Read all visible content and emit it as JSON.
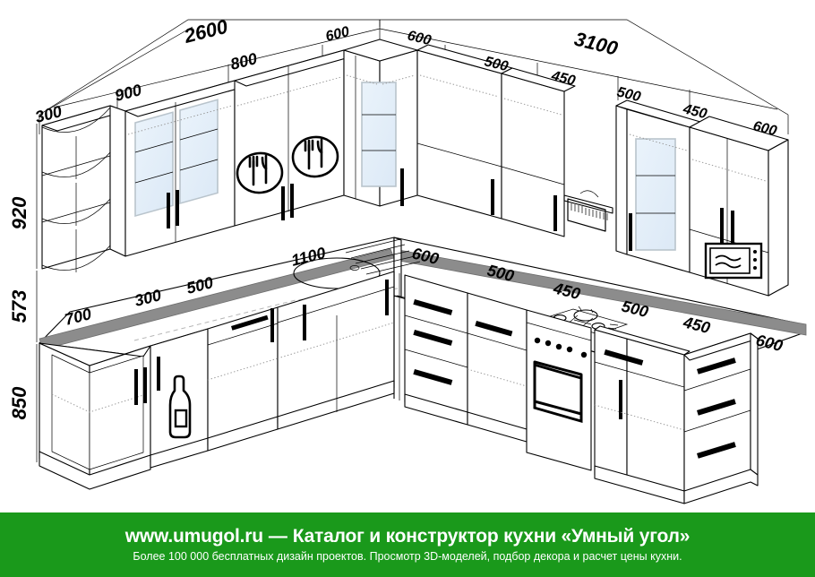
{
  "diagram": {
    "type": "isometric-kitchen-layout",
    "title": "L-shaped kitchen corner layout with dimensions",
    "units": "mm",
    "dimensions": {
      "top_runs": [
        {
          "name": "left-wall-total",
          "value": "2600"
        },
        {
          "name": "corner-upper-left",
          "value": "600"
        },
        {
          "name": "corner-upper-right",
          "value": "600"
        },
        {
          "name": "right-wall-total",
          "value": "3100"
        }
      ],
      "upper_left_modules": [
        {
          "name": "corner-open-shelf",
          "value": "300"
        },
        {
          "name": "glass-door-cabinet",
          "value": "900"
        },
        {
          "name": "two-door-cabinet",
          "value": "800"
        },
        {
          "name": "corner-glass-cabinet",
          "value": "600"
        }
      ],
      "upper_right_modules": [
        {
          "name": "hood-cabinet",
          "value": "500"
        },
        {
          "name": "narrow-cabinet",
          "value": "450"
        },
        {
          "name": "glass-cabinet",
          "value": "500"
        },
        {
          "name": "microwave-cabinet-left",
          "value": "450"
        },
        {
          "name": "microwave-cabinet-right",
          "value": "600"
        }
      ],
      "counter_left_modules": [
        {
          "name": "corner-end-unit",
          "value": "700"
        },
        {
          "name": "bottle-rack",
          "value": "300"
        },
        {
          "name": "base-cabinet",
          "value": "500"
        },
        {
          "name": "sink-cabinet",
          "value": "1100"
        }
      ],
      "counter_right_modules": [
        {
          "name": "corner-base",
          "value": "600"
        },
        {
          "name": "drawer-base",
          "value": "500"
        },
        {
          "name": "drawer-base-2",
          "value": "450"
        },
        {
          "name": "cooker-unit",
          "value": "500"
        },
        {
          "name": "base-cabinet-right",
          "value": "450"
        },
        {
          "name": "end-drawer-unit",
          "value": "600"
        }
      ],
      "vertical": [
        {
          "name": "upper-cabinet-height",
          "value": "920"
        },
        {
          "name": "backsplash-height",
          "value": "573"
        },
        {
          "name": "base-cabinet-height",
          "value": "850"
        }
      ]
    },
    "appliances": [
      {
        "name": "sink",
        "label": "round sink with drainboard"
      },
      {
        "name": "extractor-hood",
        "label": "extractor hood"
      },
      {
        "name": "microwave",
        "label": "built-in microwave"
      },
      {
        "name": "gas-hob",
        "label": "4-burner gas hob"
      },
      {
        "name": "oven",
        "label": "built-in oven"
      }
    ],
    "door_icons": [
      {
        "name": "cutlery-icon-left",
        "label": "fork and knife"
      },
      {
        "name": "cutlery-icon-right",
        "label": "fork and knife"
      },
      {
        "name": "bottle-icon",
        "label": "bottle"
      }
    ]
  },
  "banner": {
    "site": "www.umugol.ru",
    "dash": "—",
    "title": "Каталог и конструктор кухни «Умный угол»",
    "subtitle": "Более 100 000 бесплатных дизайн проектов. Просмотр 3D-моделей, подбор декора и расчет цены кухни.",
    "bg_color": "#1a991b",
    "text_color": "#ffffff"
  }
}
